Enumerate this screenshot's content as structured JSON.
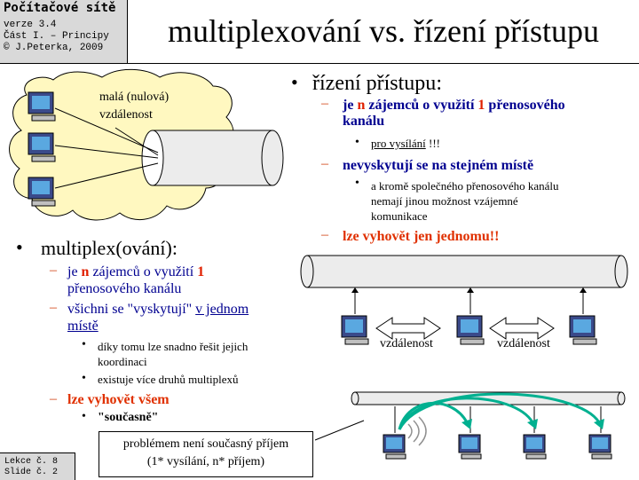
{
  "header": {
    "course": "Počítačové sítě",
    "version": "verze 3.4",
    "part": "Část I. – Principy",
    "copyright": "© J.Peterka, 2009"
  },
  "title": "multiplexování vs. řízení přístupu",
  "cloud_label_line1": "malá (nulová)",
  "cloud_label_line2": "vzdálenost",
  "right": {
    "heading": "řízení přístupu",
    "heading_colon": ":",
    "item1_pre": "je ",
    "item1_n": "n",
    "item1_mid": " zájemců o využití ",
    "item1_one": "1",
    "item1_post": " přenosového",
    "item1_line2": "kanálu",
    "item1_sub": "pro vysílání",
    "item1_sub_tail": " !!!",
    "item2": "nevyskytují se na stejném místě",
    "item2_sub_l1": "a kromě společného přenosového kanálu",
    "item2_sub_l2": "nemají jinou možnost vzájemné",
    "item2_sub_l3": "komunikace",
    "item3": "lze vyhovět jen jednomu!!"
  },
  "left": {
    "heading": "multiplex(ování):",
    "item1_pre": "je ",
    "item1_n": "n",
    "item1_mid": " zájemců o využití ",
    "item1_one": "1",
    "item1_line2": "přenosového kanálu",
    "item2_pre": "všichni se \"vyskytují\" ",
    "item2_u": "v jednom",
    "item2_line2": "místě",
    "item2_sub1_l1": "díky tomu lze snadno řešit jejich",
    "item2_sub1_l2": "koordinaci",
    "item2_sub2": "existuje více druhů multiplexů",
    "item3": "lze vyhovět všem",
    "item3_sub": "\"současně\""
  },
  "distance_left": "vzdálenost",
  "distance_right": "vzdálenost",
  "callout_l1": "problémem není současný příjem",
  "callout_l2": "(1* vysílání, n* příjem)",
  "footer": {
    "lesson": "Lekce č. 8",
    "slide": "Slide č. 2"
  },
  "colors": {
    "navy": "#000090",
    "red": "#e02000",
    "cloud": "#fff8c0",
    "arrow_green": "#00b090",
    "header_gray": "#d9d9d9"
  }
}
